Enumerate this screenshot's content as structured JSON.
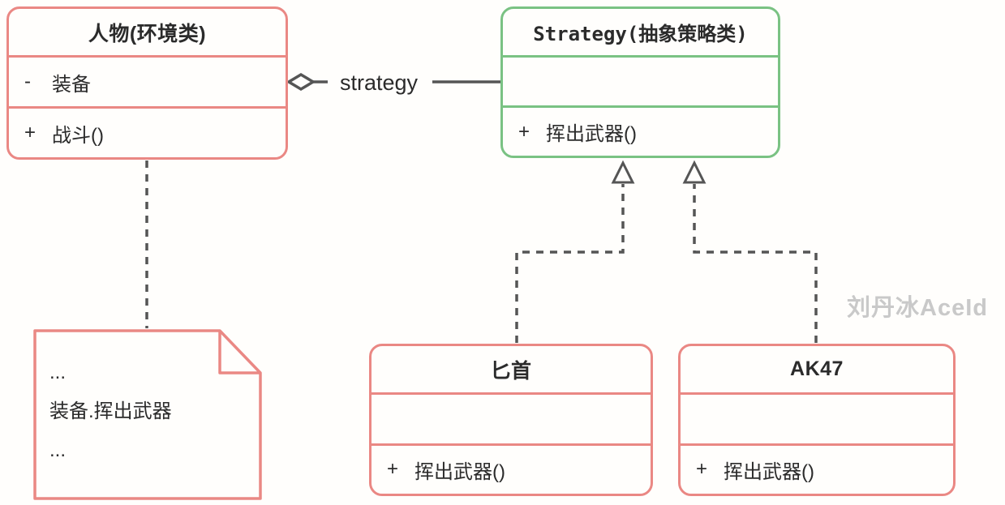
{
  "diagram": {
    "colors": {
      "class_pink": "#ea8884",
      "class_green": "#7ac283",
      "connector": "#555555",
      "text": "#2b2b2b",
      "watermark": "#c9c9c9"
    },
    "classes": [
      {
        "title": "人物(环境类)",
        "attribute_sign": "-",
        "attribute_label": "装备",
        "method_sign": "+",
        "method_label": "战斗()"
      },
      {
        "title": "Strategy(抽象策略类)",
        "method_sign": "+",
        "method_label": "挥出武器()"
      },
      {
        "title": "匕首",
        "method_sign": "+",
        "method_label": "挥出武器()"
      },
      {
        "title": "AK47",
        "method_sign": "+",
        "method_label": "挥出武器()"
      }
    ],
    "note": {
      "line1": "...",
      "line2": "装备.挥出武器",
      "line3": "..."
    },
    "aggregation_label": "strategy",
    "watermark": "刘丹冰AceId"
  }
}
